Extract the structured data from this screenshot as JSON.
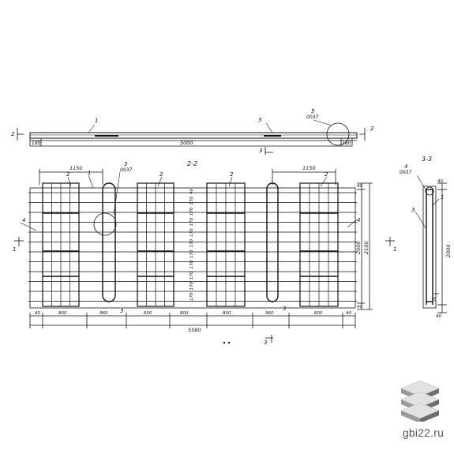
{
  "top_view": {
    "callout_1": "1",
    "callout_3": "3",
    "callout_5": "5",
    "callout_5_sub": "0037",
    "section_2_left": "2",
    "section_2_right": "2",
    "dim_left": "180",
    "dim_main": "5000",
    "dim_right": "180",
    "section_3_mark": "3"
  },
  "main_view": {
    "title": "2-2",
    "dim_top_left": "1150",
    "dim_top_right": "1150",
    "callout_1": "1",
    "callout_2a": "2",
    "callout_2b": "2",
    "callout_2c": "2",
    "callout_2d": "2",
    "callout_3": "3",
    "callout_3_sub": "0037",
    "callout_3_bottom": "3",
    "callout_3_bottom_b": "3",
    "callout_4_left": "4",
    "callout_4_right": "4",
    "section_1_left": "1",
    "spacing_column": [
      "40",
      "170",
      "170",
      "170",
      "170",
      "170",
      "170",
      "170",
      "170",
      "170",
      "170"
    ],
    "dim_right_inner_top": "40",
    "dim_right_inner_bottom": "40",
    "dim_height_2000": "2000",
    "dim_height_2100": "2100",
    "bottom_dims": [
      "40",
      "800",
      "960",
      "600",
      "800",
      "800",
      "960",
      "600",
      "40"
    ],
    "dim_total": "5580",
    "section_3_bottom": "3"
  },
  "section_view": {
    "title": "3-3",
    "callout_4": "4",
    "callout_4_sub": "0037",
    "callout_1": "1",
    "callout_3": "3",
    "section_1_right": "1",
    "dim_top": "40",
    "dim_height": "2000",
    "dim_bottom": "40",
    "dim_small": "70"
  },
  "branding": {
    "site": "gbi22.ru",
    "logo_icon": "stacked-slabs-icon",
    "logo_colors": [
      "#c8c8c8",
      "#9a9a9a",
      "#6e6e6e"
    ]
  }
}
